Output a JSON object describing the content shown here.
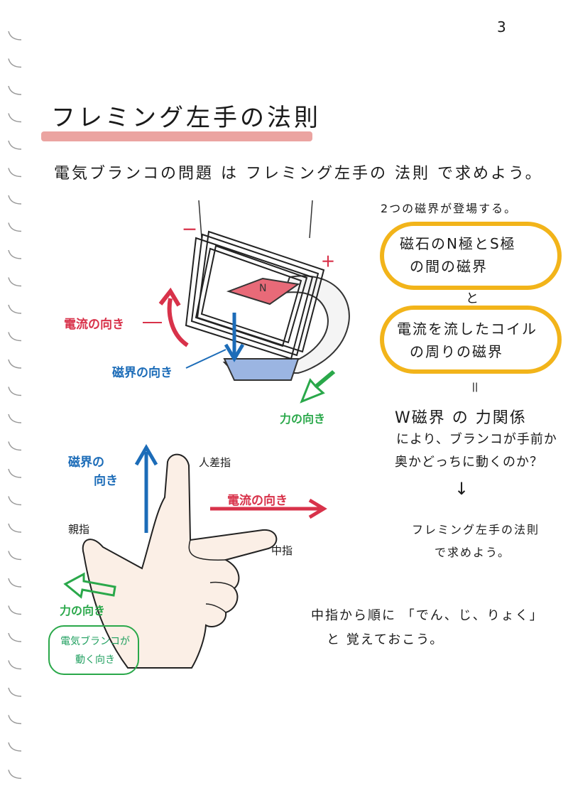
{
  "page_number": "3",
  "title": "フレミング左手の法則",
  "intro": "電気ブランコの問題 は フレミング左手の 法則 で求めよう。",
  "diagram": {
    "minus": "－",
    "plus": "＋",
    "current_label": "電流の向き",
    "field_label": "磁界の向き",
    "force_label": "力の向き",
    "magnet_letter": "N"
  },
  "explanation": {
    "lead": "2つの磁界が登場する。",
    "oval1_line1": "磁石のN極とS極",
    "oval1_line2": "の間の磁界",
    "connector": "と",
    "oval2_line1": "電流を流したコイル",
    "oval2_line2": "の周りの磁界",
    "equals": "＝",
    "result_line1": "W磁界 の 力関係",
    "result_line2": "により、ブランコが手前か",
    "result_line3": "奥かどっちに動くのか？",
    "down_arrow": "↓",
    "conclusion_line1": "フレミング左手の法則",
    "conclusion_line2": "で求めよう。"
  },
  "hand_diagram": {
    "field_label_line1": "磁界の",
    "field_label_line2": "向き",
    "index_finger": "人差指",
    "current_label": "電流の向き",
    "thumb": "親指",
    "middle_finger": "中指",
    "force_label": "力の向き",
    "bubble_line1": "電気ブランコが",
    "bubble_line2": "動く向き"
  },
  "mnemonic": {
    "line1": "中指から順に 「でん、じ、りょく」",
    "line2": "と 覚えておこう。"
  },
  "colors": {
    "red": "#d8324a",
    "blue": "#1c6cb8",
    "green": "#2aa84a",
    "yellow": "#f2b41a",
    "highlight": "#e89490"
  }
}
